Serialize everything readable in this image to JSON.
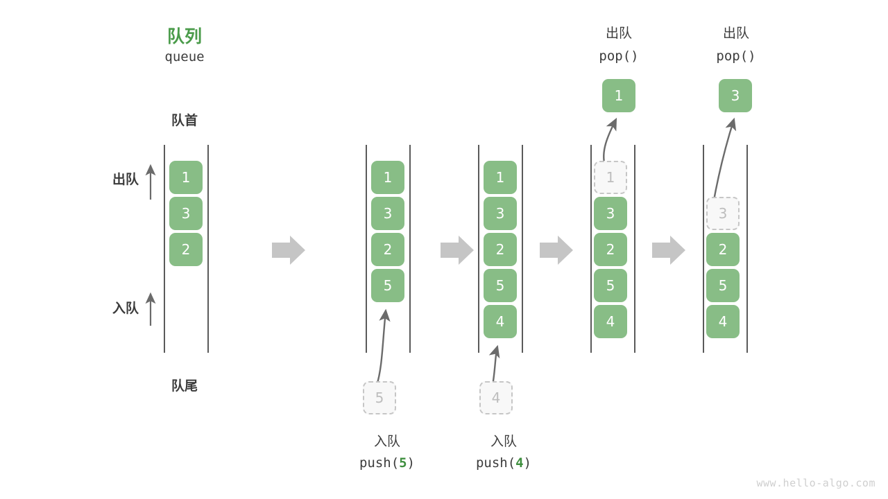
{
  "title": {
    "cn": "队列",
    "en": "queue"
  },
  "labels": {
    "head": "队首",
    "tail": "队尾",
    "dequeue": "出队",
    "enqueue": "入队"
  },
  "watermark": "www.hello-algo.com",
  "colors": {
    "element": "#88bd86",
    "title_green": "#4a9b4a",
    "arg_green": "#3f8f3f",
    "ghost_fill": "#f8f8f8",
    "ghost_border": "#c6c6c6",
    "ghost_text": "#bdbdbd",
    "rail": "#5a5a5a",
    "arrow": "#6b6b6b",
    "step_arrow": "#c5c5c5",
    "text": "#3c3c3c",
    "watermark": "#cfcfcf"
  },
  "columns": [
    {
      "id": "initial",
      "header_cn": "",
      "header_en": "",
      "cells": [
        {
          "value": "1",
          "state": "filled"
        },
        {
          "value": "3",
          "state": "filled"
        },
        {
          "value": "2",
          "state": "filled"
        }
      ],
      "footer_cn": "",
      "footer_en": "",
      "footer_arg": ""
    },
    {
      "id": "push-5",
      "header_cn": "",
      "header_en": "",
      "cells": [
        {
          "value": "1",
          "state": "filled"
        },
        {
          "value": "3",
          "state": "filled"
        },
        {
          "value": "2",
          "state": "filled"
        },
        {
          "value": "5",
          "state": "filled"
        }
      ],
      "incoming": {
        "value": "5",
        "state": "ghost"
      },
      "footer_cn": "入队",
      "footer_en_prefix": "push(",
      "footer_arg": "5",
      "footer_en_suffix": ")"
    },
    {
      "id": "push-4",
      "header_cn": "",
      "header_en": "",
      "cells": [
        {
          "value": "1",
          "state": "filled"
        },
        {
          "value": "3",
          "state": "filled"
        },
        {
          "value": "2",
          "state": "filled"
        },
        {
          "value": "5",
          "state": "filled"
        },
        {
          "value": "4",
          "state": "filled"
        }
      ],
      "incoming": {
        "value": "4",
        "state": "ghost"
      },
      "footer_cn": "入队",
      "footer_en_prefix": "push(",
      "footer_arg": "4",
      "footer_en_suffix": ")"
    },
    {
      "id": "pop-1",
      "header_cn": "出队",
      "header_en": "pop()",
      "popped": {
        "value": "1",
        "state": "filled"
      },
      "cells": [
        {
          "value": "1",
          "state": "ghost"
        },
        {
          "value": "3",
          "state": "filled"
        },
        {
          "value": "2",
          "state": "filled"
        },
        {
          "value": "5",
          "state": "filled"
        },
        {
          "value": "4",
          "state": "filled"
        }
      ],
      "footer_cn": "",
      "footer_en": ""
    },
    {
      "id": "pop-3",
      "header_cn": "出队",
      "header_en": "pop()",
      "popped": {
        "value": "3",
        "state": "filled"
      },
      "cells": [
        {
          "value": "",
          "state": "empty"
        },
        {
          "value": "3",
          "state": "ghost"
        },
        {
          "value": "2",
          "state": "filled"
        },
        {
          "value": "5",
          "state": "filled"
        },
        {
          "value": "4",
          "state": "filled"
        }
      ],
      "footer_cn": "",
      "footer_en": ""
    }
  ],
  "step_arrows": [
    {
      "from": "initial",
      "to": "push-5"
    },
    {
      "from": "push-5",
      "to": "push-4"
    },
    {
      "from": "push-4",
      "to": "pop-1"
    },
    {
      "from": "pop-1",
      "to": "pop-3"
    }
  ]
}
